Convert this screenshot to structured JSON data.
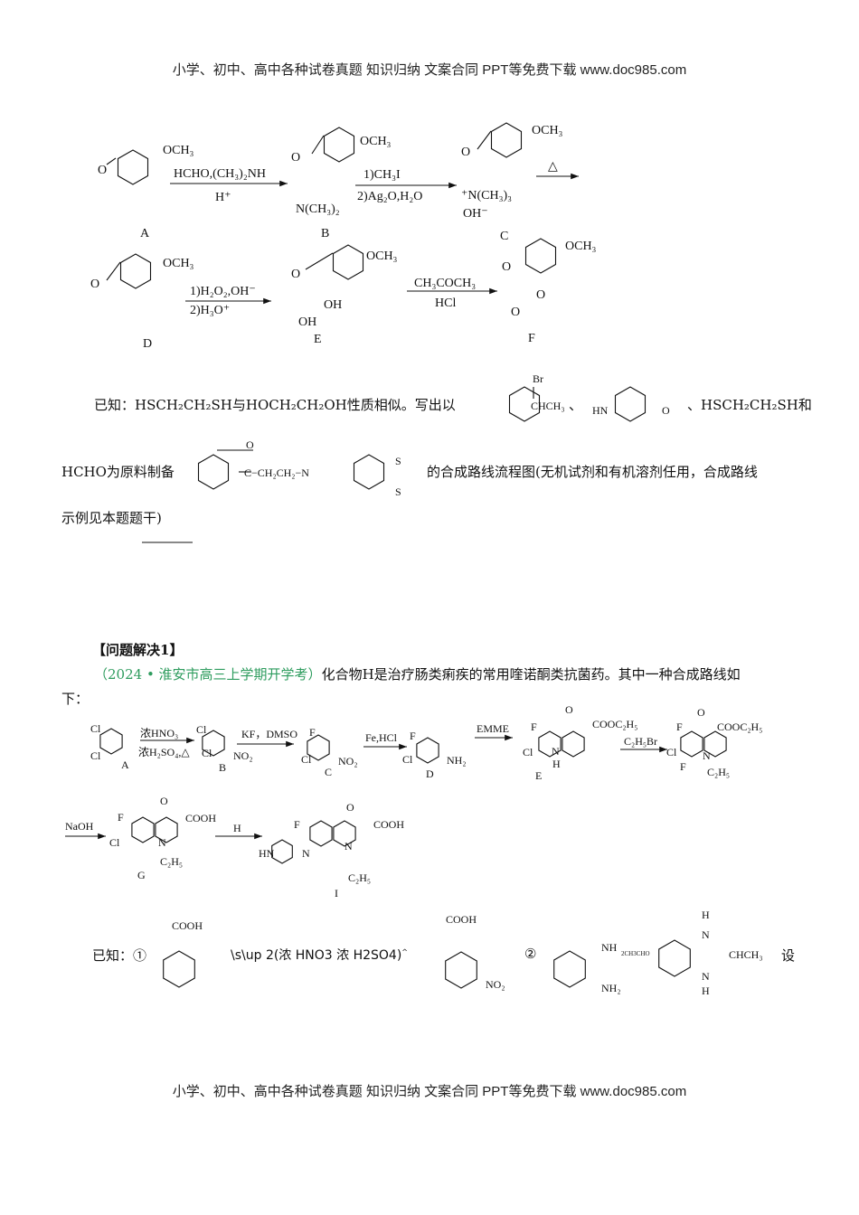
{
  "header": "小学、初中、高中各种试卷真题 知识归纳 文案合同 PPT等免费下载   www.doc985.com",
  "footer": "小学、初中、高中各种试卷真题 知识归纳 文案合同 PPT等免费下载   www.doc985.com",
  "scheme1": {
    "A": {
      "label": "A",
      "sub": "OCH₃",
      "o": "O"
    },
    "step1": {
      "above": "HCHO,(CH₃)₂NH",
      "below": "H⁺"
    },
    "B": {
      "label": "B",
      "sub": "OCH₃",
      "o": "O",
      "amine": "N(CH₃)₂"
    },
    "step2": {
      "above": "1)CH₃I",
      "below": "2)Ag₂O,H₂O"
    },
    "C": {
      "label": "C",
      "sub": "OCH₃",
      "o": "O",
      "amine": "⁺N(CH₃)₃",
      "counter": "OH⁻"
    },
    "step3": {
      "above": "△"
    },
    "D": {
      "label": "D",
      "sub": "OCH₃",
      "o": "O"
    },
    "step4": {
      "above": "1)H₂O₂,OH⁻",
      "below": "2)H₃O⁺"
    },
    "E": {
      "label": "E",
      "sub": "OCH₃",
      "o": "O",
      "oh1": "OH",
      "oh2": "OH"
    },
    "step5": {
      "above": "CH₃COCH₃",
      "below": "HCl"
    },
    "F": {
      "label": "F",
      "sub": "OCH₃",
      "o": "O",
      "o2": "O",
      "o3": "O"
    }
  },
  "question": {
    "line1_a": "已知：HSCH₂CH₂SH与HOCH₂CH₂OH性质相似。写出以",
    "reagent1": {
      "br": "Br",
      "chain": "CHCH₃"
    },
    "sep1": "、",
    "reagent2": {
      "hn": "HN",
      "o": "O"
    },
    "line1_b": "、HSCH₂CH₂SH和",
    "line2_a": "HCHO为原料制备",
    "target": {
      "o": "O",
      "chain": "C−CH₂CH₂−N",
      "s1": "S",
      "s2": "S"
    },
    "line2_b": "的合成路线流程图(无机试剂和有机溶剂任用，合成路线",
    "line3": "示例见本题题干)"
  },
  "problem": {
    "heading": "【问题解决1】",
    "source": "（2024 • 淮安市高三上学期开学考）",
    "text1": "化合物H是治疗肠类痢疾的常用喹诺酮类抗菌药。其中一种合成路线如",
    "text2": "下："
  },
  "scheme2": {
    "A": {
      "label": "A",
      "cl1": "Cl",
      "cl2": "Cl"
    },
    "s1": {
      "above": "浓HNO₃",
      "below": "浓H₂SO₄,△"
    },
    "B": {
      "label": "B",
      "cl1": "Cl",
      "cl2": "Cl",
      "no2": "NO₂"
    },
    "s2": {
      "above": "KF，DMSO"
    },
    "C": {
      "label": "C",
      "f": "F",
      "cl": "Cl",
      "no2": "NO₂"
    },
    "s3": {
      "above": "Fe,HCl"
    },
    "D": {
      "label": "D",
      "f": "F",
      "cl": "Cl",
      "nh2": "NH₂"
    },
    "s4": {
      "above": "EMME"
    },
    "E": {
      "label": "E",
      "o": "O",
      "f": "F",
      "ester": "COOC₂H₅",
      "cl": "Cl",
      "n": "N",
      "h": "H"
    },
    "s5": {
      "above": "C₂H₅Br"
    },
    "F": {
      "label": "F",
      "o": "O",
      "f": "F",
      "ester": "COOC₂H₅",
      "cl": "Cl",
      "n": "N",
      "et": "C₂H₅"
    },
    "s6": {
      "above": "NaOH"
    },
    "G": {
      "label": "G",
      "o": "O",
      "f": "F",
      "acid": "COOH",
      "cl": "Cl",
      "n": "N",
      "et": "C₂H₅"
    },
    "s7": {
      "above": "H"
    },
    "I": {
      "label": "I",
      "o": "O",
      "f": "F",
      "acid": "COOH",
      "hn": "HN",
      "n1": "N",
      "n": "N",
      "et": "C₂H₅"
    }
  },
  "known": {
    "prefix": "已知：①",
    "acid": "COOH",
    "conditions": "\\s\\up 2(浓 HNO3  浓 H2SO4)",
    "cond_sup": "^",
    "acid2": "COOH",
    "no2": "NO₂",
    "mark2": "②",
    "nh": "NH",
    "tiny": "2CH3CHO",
    "nh2": "NH₂",
    "h1": "H",
    "n1": "N",
    "chch3": "CHCH₃",
    "n2": "N",
    "h2": "H",
    "suffix": "设"
  }
}
